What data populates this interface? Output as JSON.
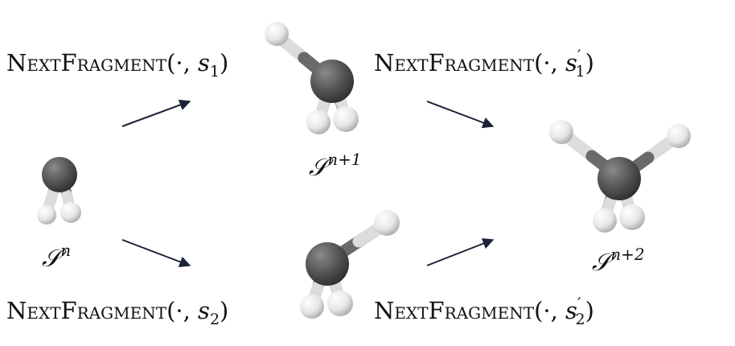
{
  "labels": {
    "func_name": "NextFragment",
    "arg_top_left": "s",
    "arg_top_left_sub": "1",
    "arg_top_right": "s",
    "arg_top_right_sub": "1",
    "arg_bottom_left": "s",
    "arg_bottom_left_sub": "2",
    "arg_bottom_right": "s",
    "arg_bottom_right_sub": "2",
    "prefix": "(·, ",
    "suffix": ")",
    "prime": "′"
  },
  "states": {
    "symbol": "𝒮",
    "n": "n",
    "n_plus_1": "n+1",
    "n_plus_2": "n+2"
  },
  "colors": {
    "carbon": "#555555",
    "hydrogen": "#eeeeee",
    "arrow": "#1a2238",
    "text": "#111111"
  }
}
